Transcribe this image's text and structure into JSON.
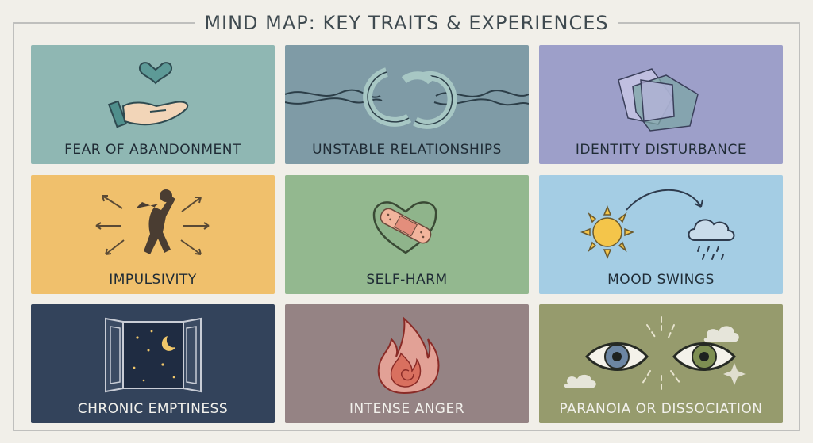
{
  "title": "MIND MAP: KEY TRAITS & EXPERIENCES",
  "tiles": [
    {
      "label": "FEAR OF ABANDONMENT",
      "icon": "heart-hand-icon",
      "color": "#8fb7b3"
    },
    {
      "label": "UNSTABLE RELATIONSHIPS",
      "icon": "broken-rings-icon",
      "color": "#7f9ba6"
    },
    {
      "label": "IDENTITY DISTURBANCE",
      "icon": "overlapping-shapes-icon",
      "color": "#9d9fc9"
    },
    {
      "label": "IMPULSIVITY",
      "icon": "jumping-figure-icon",
      "color": "#f0c06c"
    },
    {
      "label": "SELF-HARM",
      "icon": "bandaged-heart-icon",
      "color": "#93b88f"
    },
    {
      "label": "MOOD SWINGS",
      "icon": "sun-to-rain-icon",
      "color": "#a4cde4"
    },
    {
      "label": "CHRONIC EMPTINESS",
      "icon": "open-window-night-icon",
      "color": "#33435b"
    },
    {
      "label": "INTENSE ANGER",
      "icon": "flame-icon",
      "color": "#958384"
    },
    {
      "label": "PARANOIA OR DISSOCIATION",
      "icon": "watching-eyes-icon",
      "color": "#969b6d"
    }
  ]
}
